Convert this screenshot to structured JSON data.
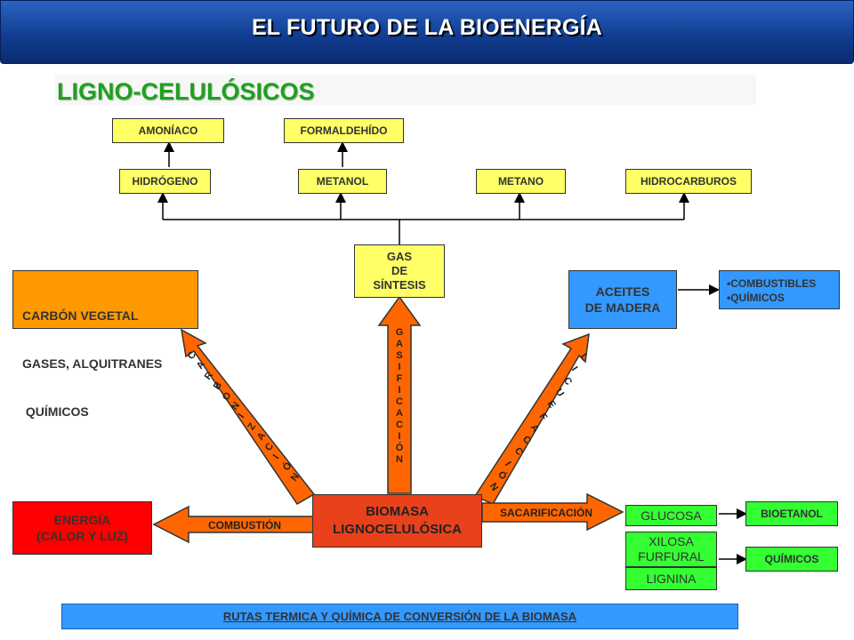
{
  "header": {
    "title": "EL FUTURO DE LA BIOENERGÍA"
  },
  "subtitle": "LIGNO-CELULÓSICOS",
  "top_products": {
    "amoniaco": "AMONÍACO",
    "formaldehido": "FORMALDEHÍDO"
  },
  "intermediates": {
    "hidrogeno": "HIDRÓGENO",
    "metanol": "METANOL",
    "metano": "METANO",
    "hidrocarburos": "HIDROCARBUROS"
  },
  "gas_sintesis": [
    "GAS",
    "DE",
    "SÍNTESIS"
  ],
  "carbon_box": [
    "CARBÓN VEGETAL",
    "GASES, ALQUITRANES",
    " QUÍMICOS"
  ],
  "aceites_box": [
    "ACEITES",
    "DE MADERA"
  ],
  "aceites_products": [
    "•COMBUSTIBLES",
    "•QUÍMICOS"
  ],
  "energia_box": [
    "ENERGÍA",
    "(CALOR Y LUZ)"
  ],
  "biomasa_box": [
    "BIOMASA",
    "LIGNOCELULÓSICA"
  ],
  "sugars": {
    "glucosa": "GLUCOSA",
    "xilosa": "XILOSA",
    "furfural": "FURFURAL",
    "lignina": "LIGNINA"
  },
  "end_products": {
    "bioetanol": "BIOETANOL",
    "quimicos": "QUÍMICOS"
  },
  "routes": {
    "carbonizacion": "CARBONIZACIÓN",
    "gasificacion": "GASIFICACIÓN",
    "licuefaccion": "LICUEFACCIÓN",
    "combustion": "COMBUSTIÓN",
    "sacarificacion": "SACARIFICACIÓN"
  },
  "footer": "RUTAS TERMICA Y QUÍMICA DE CONVERSIÓN DE LA BIOMASA",
  "colors": {
    "yellow": "#ffff66",
    "orange": "#ff6600",
    "amber": "#ff9900",
    "blue": "#3399ff",
    "green": "#33ff33",
    "red": "#ff0000",
    "title_green": "#1fa01f"
  }
}
